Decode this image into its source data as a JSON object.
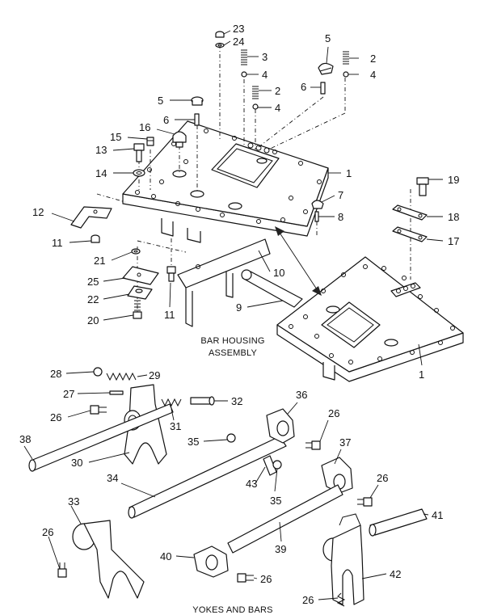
{
  "captions": {
    "bar_housing_line1": "BAR HOUSING",
    "bar_housing_line2": "ASSEMBLY",
    "yokes_and_bars": "YOKES AND BARS"
  },
  "callouts": [
    {
      "id": "c23a",
      "text": "23"
    },
    {
      "id": "c24a",
      "text": "24"
    },
    {
      "id": "c3a",
      "text": "3"
    },
    {
      "id": "c4a",
      "text": "4"
    },
    {
      "id": "c2a",
      "text": "2"
    },
    {
      "id": "c4b",
      "text": "4"
    },
    {
      "id": "c5a",
      "text": "5"
    },
    {
      "id": "c6a",
      "text": "6"
    },
    {
      "id": "c2b",
      "text": "2"
    },
    {
      "id": "c4c",
      "text": "4"
    },
    {
      "id": "c5b",
      "text": "5"
    },
    {
      "id": "c6b",
      "text": "6"
    },
    {
      "id": "c15",
      "text": "15"
    },
    {
      "id": "c16",
      "text": "16"
    },
    {
      "id": "c13",
      "text": "13"
    },
    {
      "id": "c14",
      "text": "14"
    },
    {
      "id": "c1a",
      "text": "1"
    },
    {
      "id": "c19",
      "text": "19"
    },
    {
      "id": "c7",
      "text": "7"
    },
    {
      "id": "c8",
      "text": "8"
    },
    {
      "id": "c12",
      "text": "12"
    },
    {
      "id": "c18",
      "text": "18"
    },
    {
      "id": "c17",
      "text": "17"
    },
    {
      "id": "c11a",
      "text": "11"
    },
    {
      "id": "c21",
      "text": "21"
    },
    {
      "id": "c10",
      "text": "10"
    },
    {
      "id": "c25",
      "text": "25"
    },
    {
      "id": "c22",
      "text": "22"
    },
    {
      "id": "c11b",
      "text": "11"
    },
    {
      "id": "c9",
      "text": "9"
    },
    {
      "id": "c20",
      "text": "20"
    },
    {
      "id": "c1b",
      "text": "1"
    },
    {
      "id": "c28",
      "text": "28"
    },
    {
      "id": "c29",
      "text": "29"
    },
    {
      "id": "c27",
      "text": "27"
    },
    {
      "id": "c32",
      "text": "32"
    },
    {
      "id": "c36",
      "text": "36"
    },
    {
      "id": "c26a",
      "text": "26"
    },
    {
      "id": "c31",
      "text": "31"
    },
    {
      "id": "c26b",
      "text": "26"
    },
    {
      "id": "c38",
      "text": "38"
    },
    {
      "id": "c35a",
      "text": "35"
    },
    {
      "id": "c37",
      "text": "37"
    },
    {
      "id": "c30",
      "text": "30"
    },
    {
      "id": "c26c",
      "text": "26"
    },
    {
      "id": "c43",
      "text": "43"
    },
    {
      "id": "c35b",
      "text": "35"
    },
    {
      "id": "c34",
      "text": "34"
    },
    {
      "id": "c33",
      "text": "33"
    },
    {
      "id": "c41",
      "text": "41"
    },
    {
      "id": "c26d",
      "text": "26"
    },
    {
      "id": "c39",
      "text": "39"
    },
    {
      "id": "c40",
      "text": "40"
    },
    {
      "id": "c42",
      "text": "42"
    },
    {
      "id": "c26e",
      "text": "26"
    },
    {
      "id": "c26f",
      "text": "26"
    }
  ]
}
